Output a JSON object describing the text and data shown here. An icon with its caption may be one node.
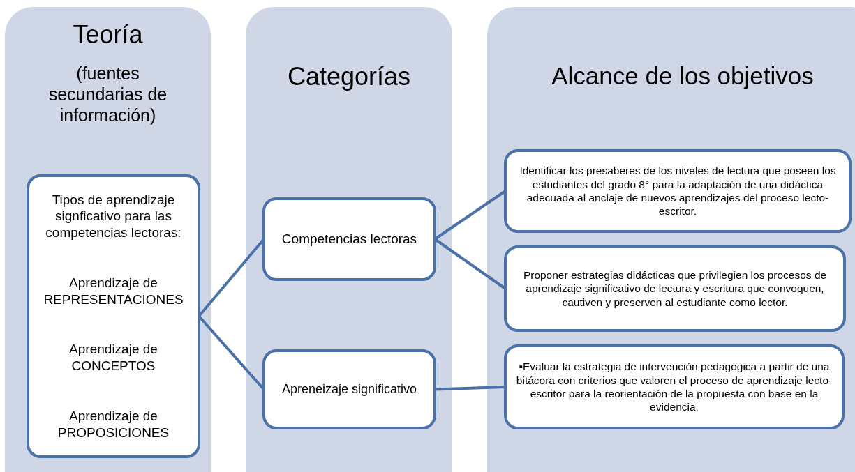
{
  "diagram": {
    "nodes": [
      {
        "text": [
          "Teoría",
          "(fuentes secundarias de información)"
        ]
      },
      {
        "text": [
          "Tipos de aprendizaje signficativo para las competencias lectoras:",
          "Aprendizaje de REPRESENTACIONES",
          "Aprendizaje de CONCEPTOS",
          "Aprendizaje de PROPOSICIONES"
        ],
        "in": 0
      },
      {
        "text": [
          "Categorías"
        ]
      },
      {
        "text": [
          "Competencias lectoras"
        ],
        "in": 2
      },
      {
        "text": [
          "Apreneizaje significativo"
        ],
        "in": 2
      },
      {
        "text": [
          "Alcance de los objetivos"
        ]
      },
      {
        "text": [
          "Identificar los presaberes de los niveles de lectura que poseen los estudiantes del grado 8° para la adaptación de una didáctica adecuada al anclaje de nuevos aprendizajes del proceso lecto-escritor."
        ],
        "in": 5
      },
      {
        "text": [
          "Proponer estrategias didácticas que privilegien los procesos de aprendizaje significativo de lectura y escritura que convoquen, cautiven y preserven al estudiante como lector."
        ],
        "in": 5
      },
      {
        "text": [
          "▪Evaluar la estrategia de intervención pedagógica a partir de una bitácora con criterios que valoren el proceso de aprendizaje lecto-escritor para la reorientación de la propuesta con base en la evidencia."
        ],
        "in": 5
      }
    ],
    "edges": [
      {
        "from": 1,
        "to": 3,
        "arrow": "none"
      },
      {
        "from": 1,
        "to": 4,
        "arrow": "none"
      },
      {
        "from": 3,
        "to": 6,
        "arrow": "none"
      },
      {
        "from": 3,
        "to": 7,
        "arrow": "none"
      },
      {
        "from": 4,
        "to": 8,
        "arrow": "none"
      }
    ]
  }
}
